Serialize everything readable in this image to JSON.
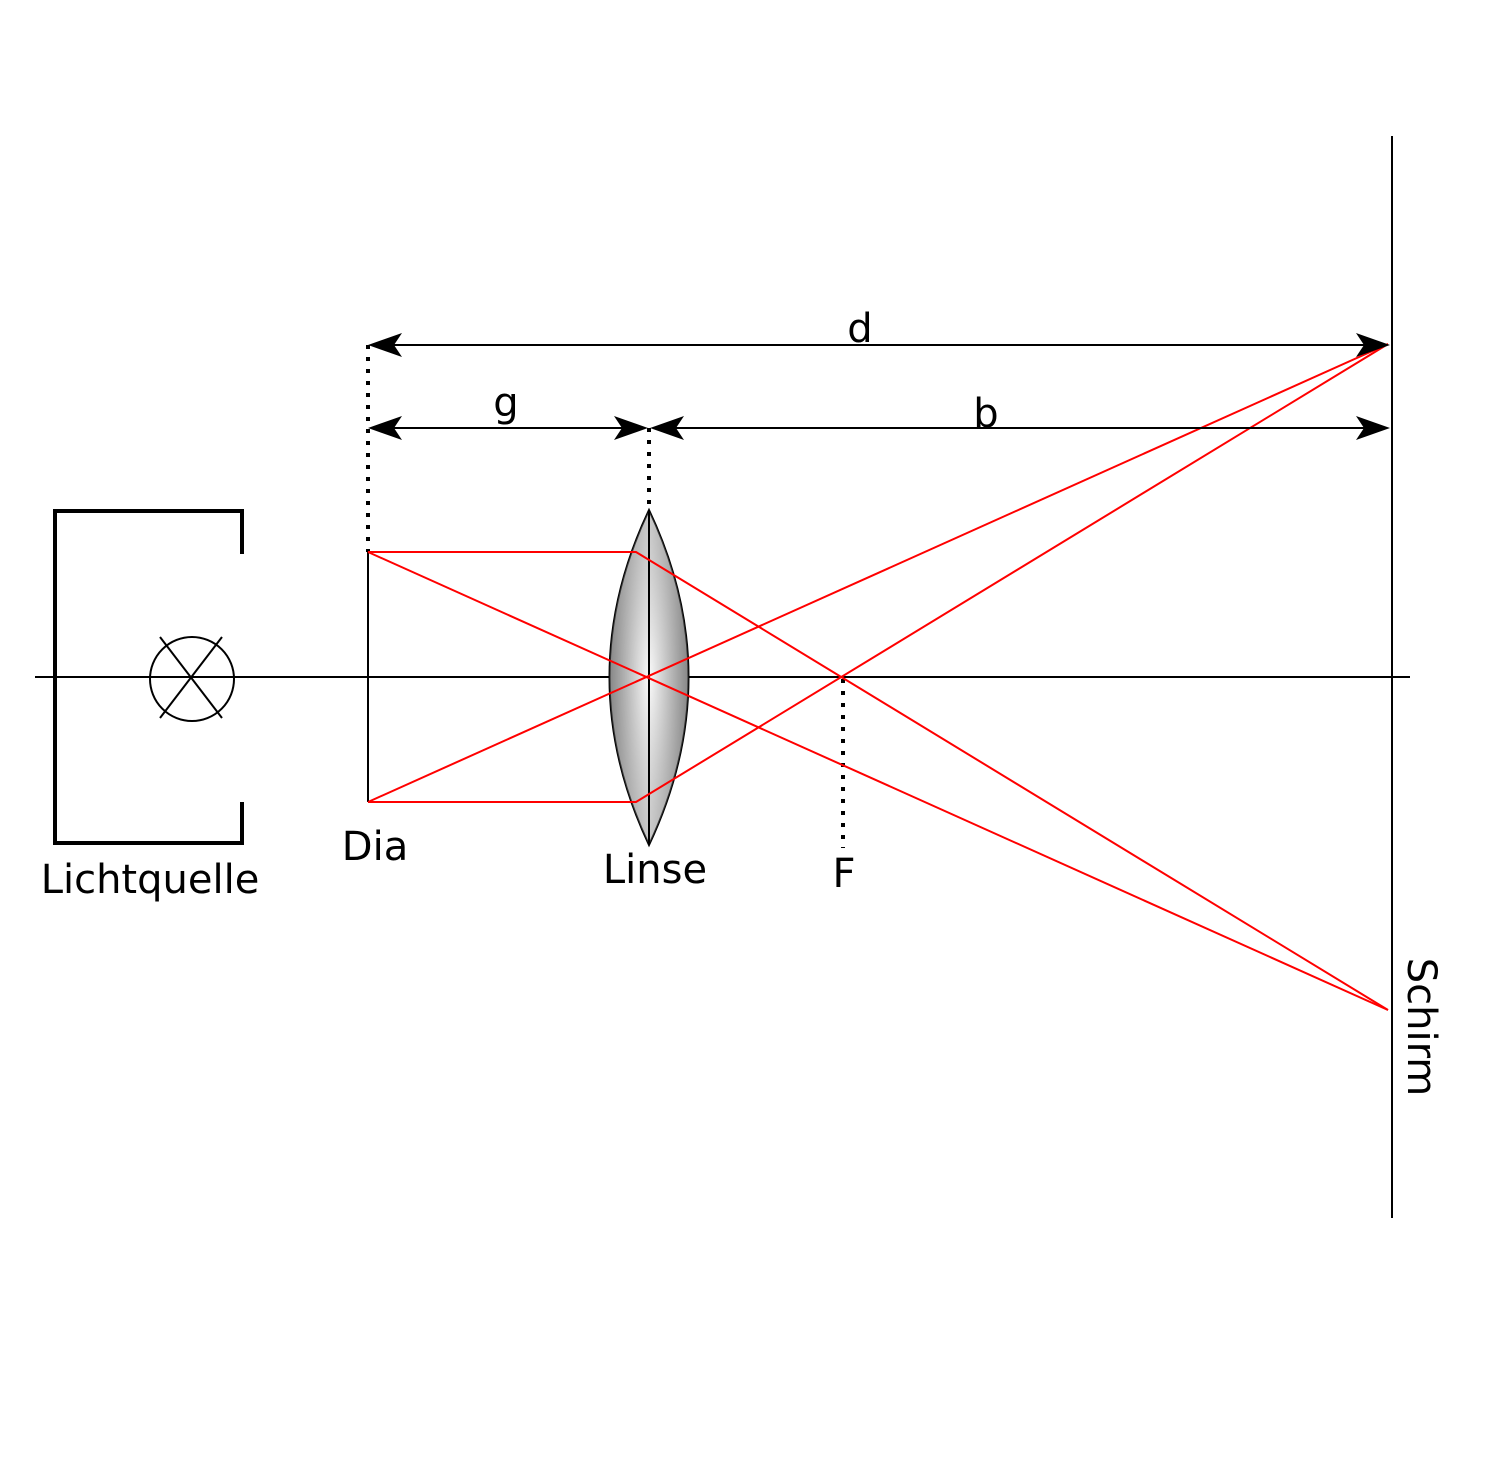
{
  "labels": {
    "light_source": "Lichtquelle",
    "slide": "Dia",
    "lens": "Linse",
    "focal_point": "F",
    "screen": "Schirm",
    "distance_d": "d",
    "distance_g": "g",
    "distance_b": "b"
  },
  "colors": {
    "line": "#000000",
    "ray": "#ff0000",
    "background": "#ffffff"
  },
  "icons": {
    "lamp": "lamp-symbol-icon",
    "lens": "convex-lens-icon",
    "arrowhead": "arrowhead-icon"
  }
}
